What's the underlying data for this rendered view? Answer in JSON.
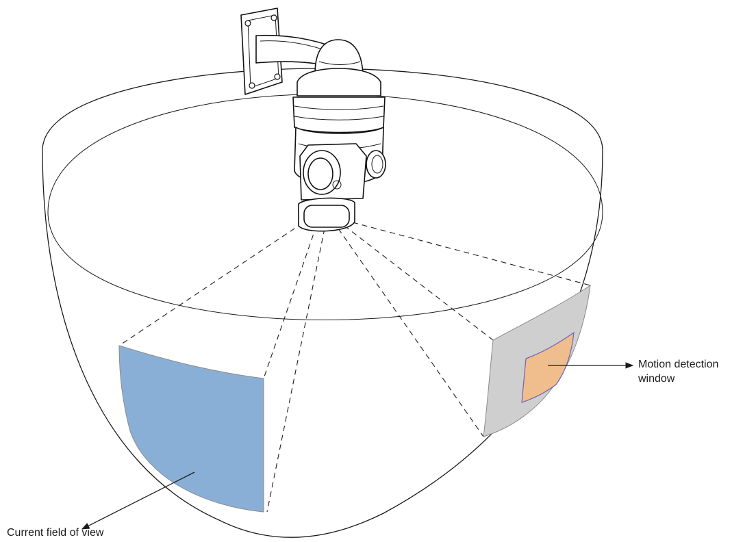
{
  "labels": {
    "motion_detection": [
      "Motion detection",
      "window"
    ],
    "current_fov": "Current field of view"
  },
  "colors": {
    "field_of_view_fill": "#8aafd6",
    "field_of_view_stroke": "#8a8a8a",
    "motion_panel_fill": "#cfcfcf",
    "motion_window_fill": "#f0bd8c",
    "motion_window_stroke": "#6a63b8",
    "line": "#1a1a1a"
  },
  "icons": {
    "device": "ptz-dome-camera-with-wall-mount-icon"
  }
}
